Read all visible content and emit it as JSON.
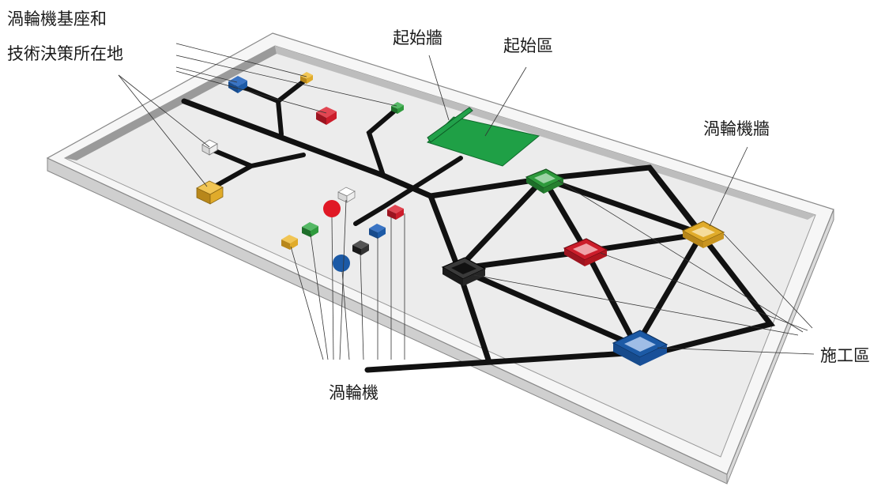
{
  "labels": {
    "turbine_base_line1": "渦輪機基座和",
    "turbine_base_line2": "技術決策所在地",
    "start_wall": "起始牆",
    "start_area": "起始區",
    "turbine_wall": "渦輪機牆",
    "construction_area": "施工區",
    "turbine": "渦輪機"
  },
  "colors": {
    "board": "#ececec",
    "rim_top": "#f7f7f7",
    "rim_side": "#d4d4d4",
    "track": "#111111",
    "start_green": "#1fa046",
    "blue": "#1c5aa6",
    "red": "#cc1d2b",
    "green": "#2e9a3c",
    "yellow": "#e0ab2a",
    "black": "#333333",
    "white": "#f4f4f4"
  }
}
